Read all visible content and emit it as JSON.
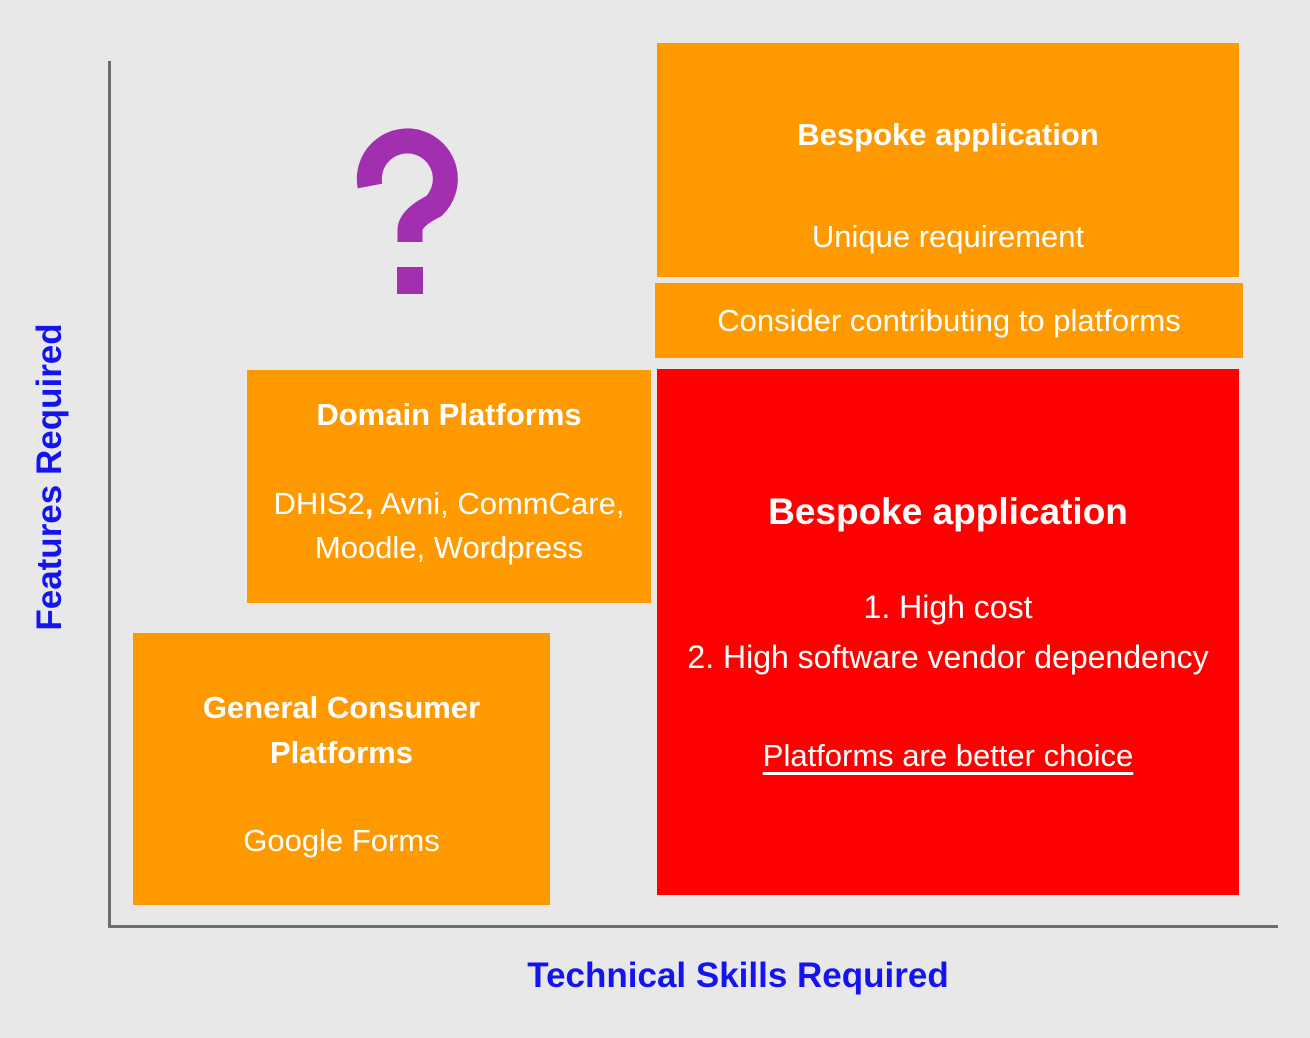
{
  "colors": {
    "background": "#e8e8e8",
    "orange": "#ff9900",
    "red": "#ff0000",
    "purple": "#a12fb0",
    "axis_blue": "#1414f0",
    "axis_line_gray": "#6e6e6e"
  },
  "axes": {
    "y_label": "Features Required",
    "x_label": "Technical Skills Required"
  },
  "icons": {
    "question_mark": "?"
  },
  "boxes": {
    "bespoke_top": {
      "title": "Bespoke application",
      "body": "Unique requirement"
    },
    "consider": {
      "text": "Consider contributing to platforms"
    },
    "bespoke_red": {
      "title": "Bespoke application",
      "item1": "1. High cost",
      "item2": "2. High software vendor dependency",
      "note": "Platforms are better choice"
    },
    "domain": {
      "title": "Domain Platforms",
      "body_part1": "DHIS2",
      "body_comma": ",",
      "body_part2": " Avni, CommCare,",
      "body_line2": "Moodle, Wordpress"
    },
    "general": {
      "title_line1": "General Consumer",
      "title_line2": "Platforms",
      "body": "Google Forms"
    }
  }
}
